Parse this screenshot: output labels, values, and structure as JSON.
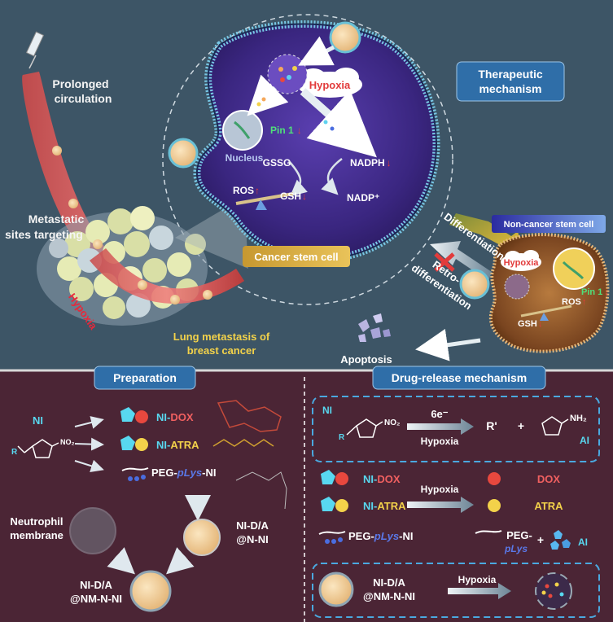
{
  "colors": {
    "top_bg": "#3d5566",
    "bottom_bg": "#4b2535",
    "cell": "#3f2a8a",
    "tag_blue": "#2f6ea8",
    "label_white": "#f4f4f4",
    "accent_red": "#e23b3b",
    "accent_green": "#4fe07a",
    "accent_yellow": "#f3d24a",
    "accent_cyan": "#58d8f0",
    "accent_purple": "#4a6de0"
  },
  "top": {
    "therapeutic_mechanism": [
      "Therapeutic",
      "mechanism"
    ],
    "prolonged_circulation": [
      "Prolonged",
      "circulation"
    ],
    "metastatic_sites": [
      "Metastatic",
      "sites targeting"
    ],
    "hypoxia_tissue": "Hypoxia",
    "lung_metastasis": [
      "Lung metastasis of",
      "breast cancer"
    ],
    "cancer_stem_cell": "Cancer stem cell",
    "hypoxia_cell": "Hypoxia",
    "nucleus": "Nucleus",
    "pin1": "Pin 1",
    "gssg": "GSSG",
    "nadph": "NADPH",
    "ros": "ROS",
    "gsh": "GSH",
    "nadp": "NADP⁺",
    "differentiation": "Differentiation",
    "retro_differentiation": [
      "Retro-",
      "differentiation"
    ],
    "non_cancer_stem_cell": "Non-cancer stem cell",
    "hypoxia_small": "Hypoxia",
    "pin1_small": "Pin 1",
    "gsh_small": "GSH",
    "ros_small": "ROS",
    "apoptosis": "Apoptosis",
    "arrow_down": "↓",
    "arrow_up": "↑"
  },
  "preparation": {
    "header": "Preparation",
    "ni": "NI",
    "no2": "NO₂",
    "r": "R",
    "ni_dox": [
      "NI-",
      "DOX"
    ],
    "ni_atra": [
      "NI-",
      "ATRA"
    ],
    "peg_plys_ni": [
      "PEG-",
      "pLys",
      "-NI"
    ],
    "neutrophil_membrane": [
      "Neutrophil",
      "membrane"
    ],
    "ni_da_nni": [
      "NI-D/A",
      "@N-NI"
    ],
    "ni_da_nmnni": [
      "NI-D/A",
      "@NM-N-NI"
    ]
  },
  "drug_release": {
    "header": "Drug-release mechanism",
    "ni": "NI",
    "no2": "NO₂",
    "r": "R",
    "six_e": "6e⁻",
    "hypoxia": "Hypoxia",
    "r_prime": "R'",
    "plus": "+",
    "nh2": "NH₂",
    "ai": "AI",
    "ni_dox": [
      "NI-",
      "DOX"
    ],
    "ni_atra": [
      "NI-",
      "ATRA"
    ],
    "dox": "DOX",
    "atra": "ATRA",
    "hypoxia_mid": "Hypoxia",
    "peg_plys_ni": [
      "PEG-",
      "pLys",
      "-NI"
    ],
    "peg_plys": [
      "PEG-",
      "pLys"
    ],
    "plus2": "+",
    "ai2": "AI",
    "ni_da_nmnni": [
      "NI-D/A",
      "@NM-N-NI"
    ],
    "hypoxia_bottom": "Hypoxia"
  }
}
